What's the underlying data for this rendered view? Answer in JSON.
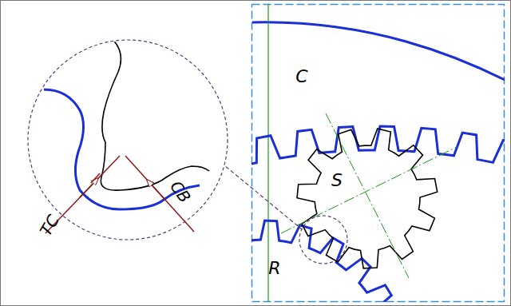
{
  "diagram": {
    "labels": [
      "C",
      "S",
      "R",
      "TC",
      "CB"
    ]
  }
}
